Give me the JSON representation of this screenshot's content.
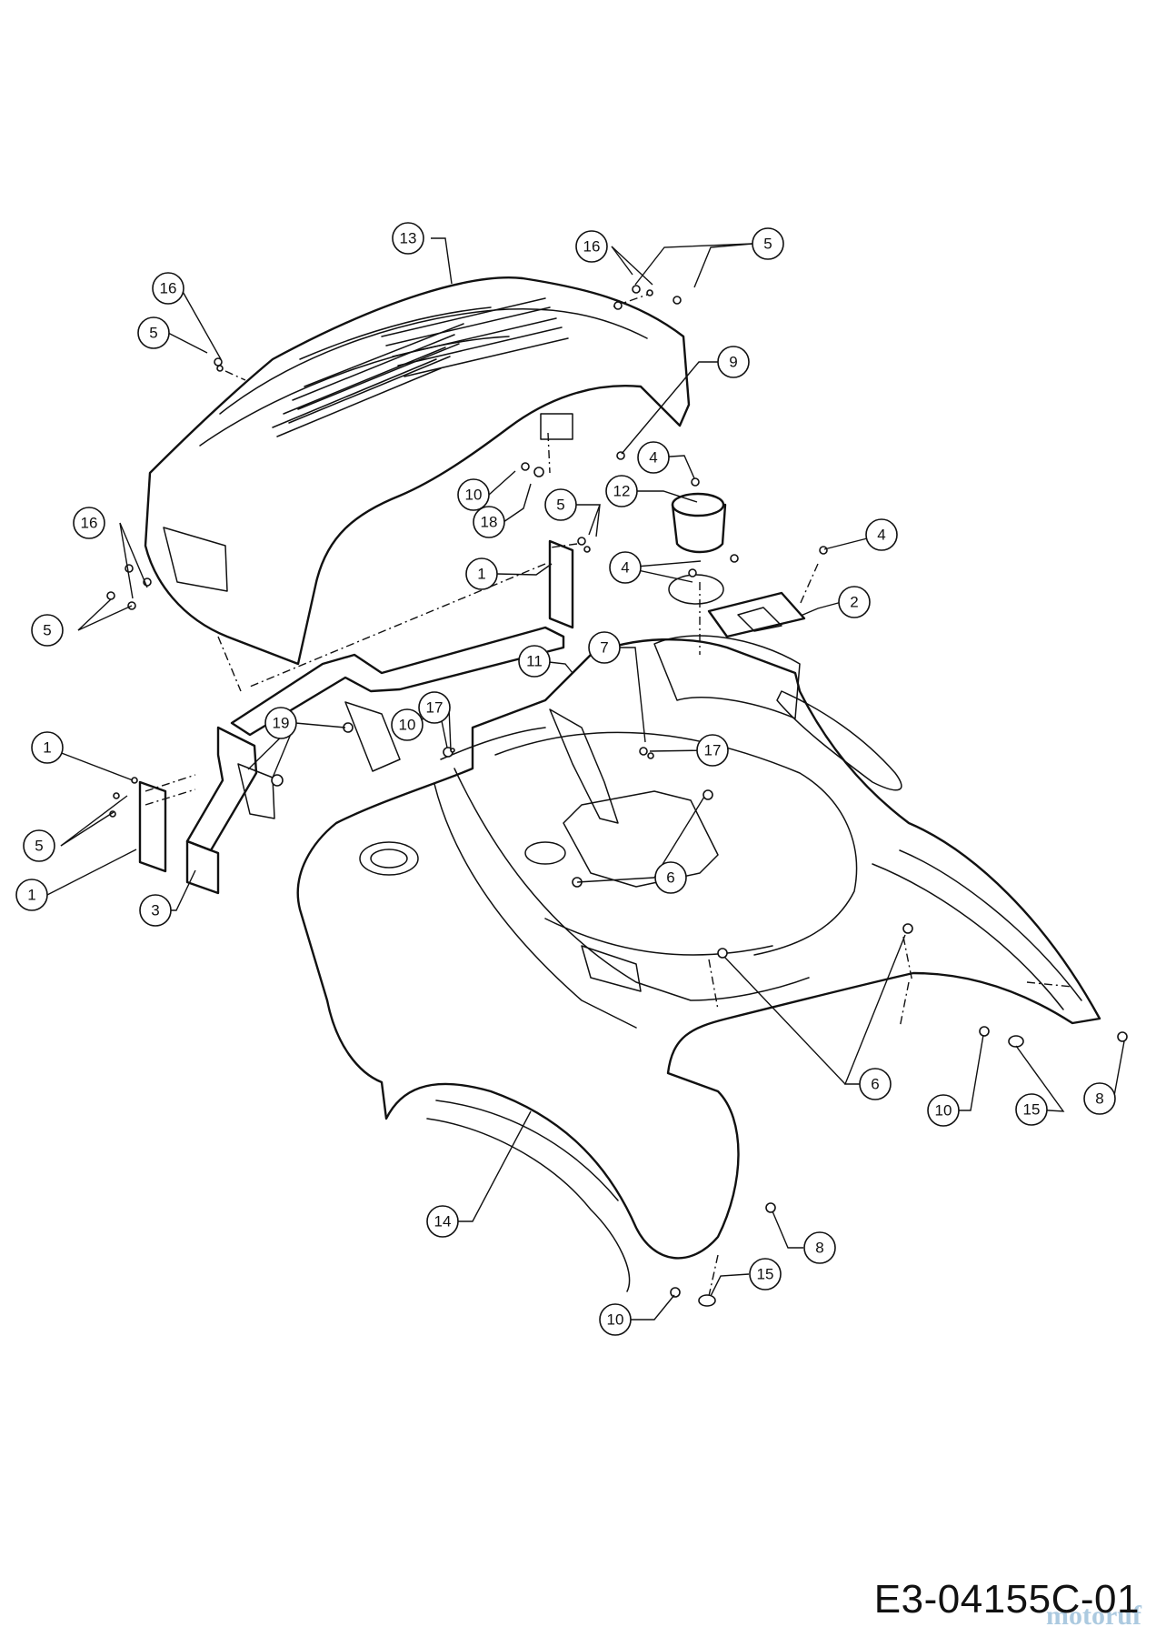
{
  "diagram": {
    "drawing_number": "E3-04155C-01",
    "watermark": "motoruf",
    "callouts": [
      {
        "id": "c1",
        "label": "13"
      },
      {
        "id": "c2",
        "label": "16"
      },
      {
        "id": "c3",
        "label": "5"
      },
      {
        "id": "c4",
        "label": "16"
      },
      {
        "id": "c5",
        "label": "5"
      },
      {
        "id": "c6",
        "label": "9"
      },
      {
        "id": "c7",
        "label": "4"
      },
      {
        "id": "c8",
        "label": "12"
      },
      {
        "id": "c9",
        "label": "10"
      },
      {
        "id": "c10",
        "label": "18"
      },
      {
        "id": "c11",
        "label": "5"
      },
      {
        "id": "c12",
        "label": "4"
      },
      {
        "id": "c13",
        "label": "4"
      },
      {
        "id": "c14",
        "label": "2"
      },
      {
        "id": "c15",
        "label": "16"
      },
      {
        "id": "c16",
        "label": "5"
      },
      {
        "id": "c17",
        "label": "1"
      },
      {
        "id": "c18",
        "label": "7"
      },
      {
        "id": "c19",
        "label": "11"
      },
      {
        "id": "c20",
        "label": "19"
      },
      {
        "id": "c21",
        "label": "10"
      },
      {
        "id": "c22",
        "label": "17"
      },
      {
        "id": "c23",
        "label": "17"
      },
      {
        "id": "c24",
        "label": "1"
      },
      {
        "id": "c25",
        "label": "5"
      },
      {
        "id": "c26",
        "label": "1"
      },
      {
        "id": "c27",
        "label": "3"
      },
      {
        "id": "c28",
        "label": "6"
      },
      {
        "id": "c29",
        "label": "6"
      },
      {
        "id": "c30",
        "label": "10"
      },
      {
        "id": "c31",
        "label": "15"
      },
      {
        "id": "c32",
        "label": "8"
      },
      {
        "id": "c33",
        "label": "14"
      },
      {
        "id": "c34",
        "label": "8"
      },
      {
        "id": "c35",
        "label": "15"
      },
      {
        "id": "c36",
        "label": "10"
      }
    ]
  }
}
